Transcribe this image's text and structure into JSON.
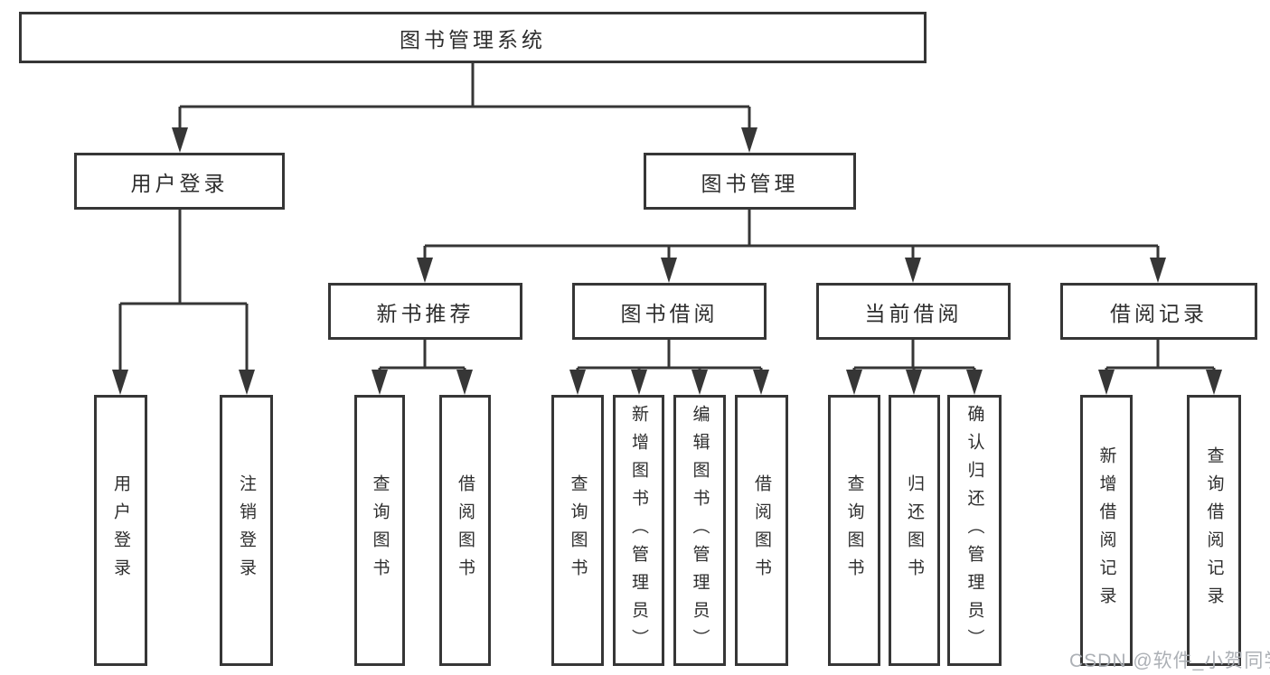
{
  "nodes": {
    "root": {
      "label": "图书管理系统"
    },
    "user_login": {
      "label": "用户登录"
    },
    "book_mgmt": {
      "label": "图书管理"
    },
    "new_book_rec": {
      "label": "新书推荐"
    },
    "book_borrow": {
      "label": "图书借阅"
    },
    "current_borrow": {
      "label": "当前借阅"
    },
    "borrow_record": {
      "label": "借阅记录"
    },
    "leaf_user_login": {
      "label": "用户登录"
    },
    "leaf_logout": {
      "label": "注销登录"
    },
    "leaf_newbook_query": {
      "label": "查询图书"
    },
    "leaf_newbook_borrow": {
      "label": "借阅图书"
    },
    "leaf_borrow_query": {
      "label": "查询图书"
    },
    "leaf_borrow_add": {
      "label": "新增图书（管理员）"
    },
    "leaf_borrow_edit": {
      "label": "编辑图书（管理员）"
    },
    "leaf_borrow_borrow": {
      "label": "借阅图书"
    },
    "leaf_current_query": {
      "label": "查询图书"
    },
    "leaf_current_return": {
      "label": "归还图书"
    },
    "leaf_current_confirm": {
      "label": "确认归还（管理员）"
    },
    "leaf_record_add": {
      "label": "新增借阅记录"
    },
    "leaf_record_query": {
      "label": "查询借阅记录"
    }
  },
  "hierarchy": {
    "图书管理系统": {
      "用户登录": [
        "用户登录",
        "注销登录"
      ],
      "图书管理": {
        "新书推荐": [
          "查询图书",
          "借阅图书"
        ],
        "图书借阅": [
          "查询图书",
          "新增图书（管理员）",
          "编辑图书（管理员）",
          "借阅图书"
        ],
        "当前借阅": [
          "查询图书",
          "归还图书",
          "确认归还（管理员）"
        ],
        "借阅记录": [
          "新增借阅记录",
          "查询借阅记录"
        ]
      }
    }
  },
  "watermark": {
    "text": "CSDN @软件_小贺同学"
  },
  "colors": {
    "line": "#363636",
    "text": "#2e2e2e",
    "background": "#ffffff",
    "watermark": "#a8acb2"
  }
}
